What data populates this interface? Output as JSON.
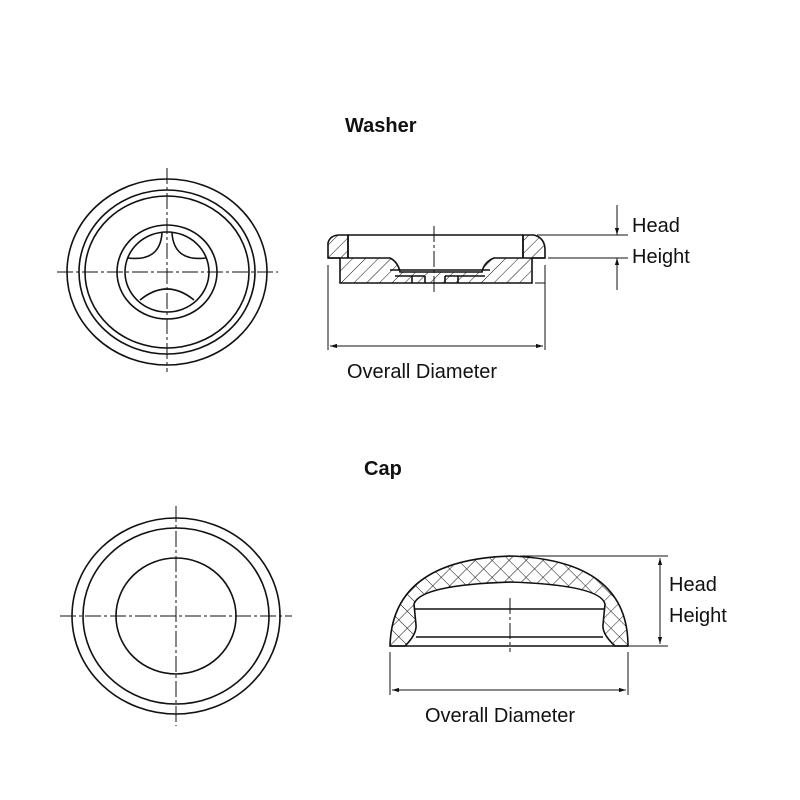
{
  "washer": {
    "title": "Washer",
    "head_label_line1": "Head",
    "head_label_line2": "Height",
    "diameter_label": "Overall Diameter"
  },
  "cap": {
    "title": "Cap",
    "head_label_line1": "Head",
    "head_label_line2": "Height",
    "diameter_label": "Overall Diameter"
  }
}
